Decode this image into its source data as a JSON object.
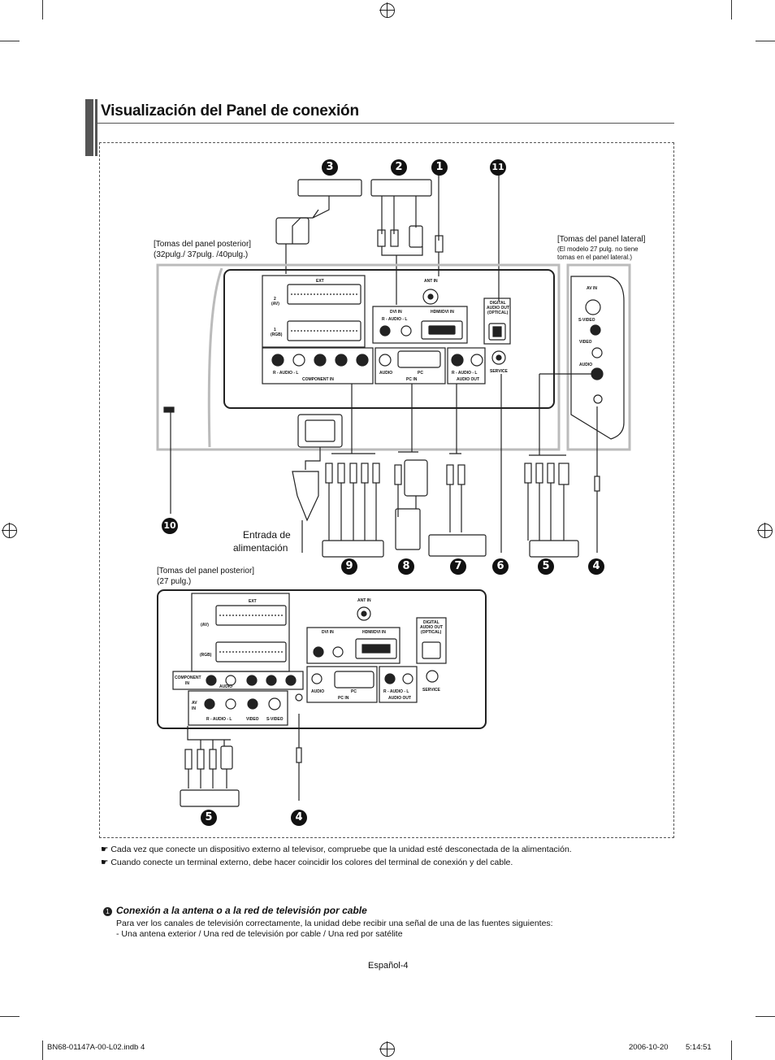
{
  "header": {
    "title": "Visualización del Panel de conexión"
  },
  "diagram": {
    "labels": {
      "rear_panel_large": "[Tomas del panel posterior]",
      "rear_panel_large_sizes": "(32pulg./ 37pulg. /40pulg.)",
      "side_panel": "[Tomas del panel lateral]",
      "side_panel_note_1": "(El modelo 27 pulg. no tiene",
      "side_panel_note_2": "tomas en el panel lateral.)",
      "power_1": "Entrada de",
      "power_2": "alimentación",
      "rear_panel_small": "[Tomas del panel posterior]",
      "rear_panel_small_size": "(27 pulg.)"
    },
    "panel_text": {
      "ext": "EXT",
      "ext2_a": "2",
      "ext2_b": "(AV)",
      "ext1_a": "1",
      "ext1_b": "(RGB)",
      "ant_in": "ANT IN",
      "dvi_in": "DVI IN",
      "hdmi_dvi_in": "HDMI/DVI IN",
      "audio_rl": "R - AUDIO - L",
      "digital_1": "DIGITAL",
      "digital_2": "AUDIO OUT",
      "digital_3": "(OPTICAL)",
      "component_in": "COMPONENT IN",
      "audio": "AUDIO",
      "pc": "PC",
      "pc_in": "PC IN",
      "audio_out": "AUDIO OUT",
      "service": "SERVICE",
      "av_in": "AV IN",
      "s_video": "S-VIDEO",
      "video": "VIDEO",
      "component": "COMPONENT",
      "in": "IN",
      "av": "AV"
    },
    "callouts": [
      "3",
      "2",
      "1",
      "11",
      "10",
      "9",
      "8",
      "7",
      "6",
      "5",
      "4",
      "5",
      "4"
    ]
  },
  "notes": [
    "Cada vez que conecte un dispositivo externo al televisor, compruebe que la unidad esté desconectada de la alimentación.",
    "Cuando conecte un terminal externo, debe hacer coincidir los colores del terminal de conexión y del cable."
  ],
  "section1": {
    "number": "1",
    "title": "Conexión a la antena o a la red de televisión por cable",
    "line1": "Para ver los canales de televisión correctamente, la unidad debe recibir una señal de una de las fuentes siguientes:",
    "line2": "-  Una antena exterior / Una red de televisión por cable / Una red por satélite"
  },
  "footer": {
    "page": "Español-4",
    "file": "BN68-01147A-00-L02.indb   4",
    "date": "2006-10-20",
    "time": "5:14:51"
  }
}
